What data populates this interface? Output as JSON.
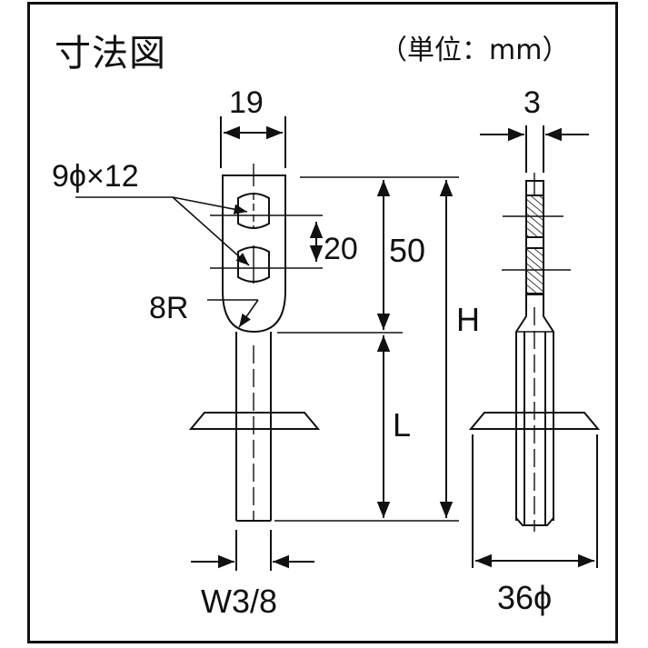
{
  "header": {
    "title": "寸法図",
    "unit_label": "（単位：mm）"
  },
  "front_view": {
    "width_dim": "19",
    "hole_label": "9ϕ×12",
    "hole_pitch": "20",
    "head_length": "50",
    "radius_label": "8R",
    "shank_length": "L",
    "total_height": "H",
    "thread_label": "W3/8"
  },
  "side_view": {
    "thickness_dim": "3",
    "washer_diameter": "36ϕ"
  },
  "colors": {
    "line": "#111111",
    "background": "#ffffff"
  }
}
